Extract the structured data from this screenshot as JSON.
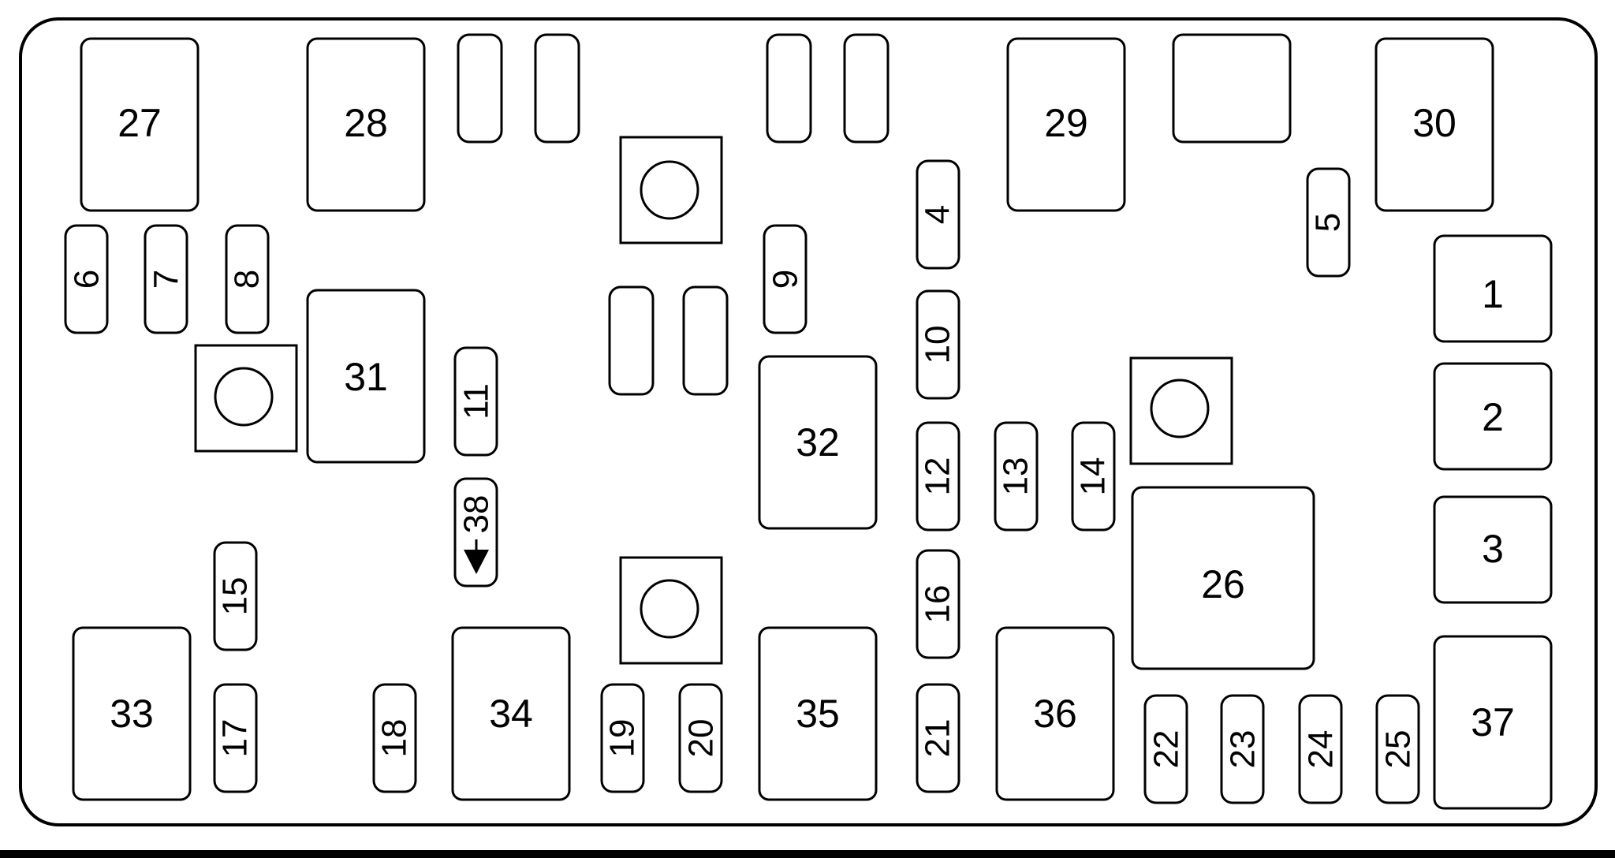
{
  "relays": [
    {
      "id": "27",
      "label": "27"
    },
    {
      "id": "28",
      "label": "28"
    },
    {
      "id": "29",
      "label": "29"
    },
    {
      "id": "30",
      "label": "30"
    },
    {
      "id": "31",
      "label": "31"
    },
    {
      "id": "32",
      "label": "32"
    },
    {
      "id": "26",
      "label": "26"
    },
    {
      "id": "33",
      "label": "33"
    },
    {
      "id": "34",
      "label": "34"
    },
    {
      "id": "35",
      "label": "35"
    },
    {
      "id": "36",
      "label": "36"
    },
    {
      "id": "37",
      "label": "37"
    },
    {
      "id": "1",
      "label": "1"
    },
    {
      "id": "2",
      "label": "2"
    },
    {
      "id": "3",
      "label": "3"
    },
    {
      "id": "unlabeled-top",
      "label": ""
    }
  ],
  "fuses": [
    {
      "id": "4",
      "label": "4"
    },
    {
      "id": "5",
      "label": "5"
    },
    {
      "id": "6",
      "label": "6"
    },
    {
      "id": "7",
      "label": "7"
    },
    {
      "id": "8",
      "label": "8"
    },
    {
      "id": "9",
      "label": "9"
    },
    {
      "id": "10",
      "label": "10"
    },
    {
      "id": "11",
      "label": "11"
    },
    {
      "id": "12",
      "label": "12"
    },
    {
      "id": "13",
      "label": "13"
    },
    {
      "id": "14",
      "label": "14"
    },
    {
      "id": "15",
      "label": "15"
    },
    {
      "id": "16",
      "label": "16"
    },
    {
      "id": "17",
      "label": "17"
    },
    {
      "id": "18",
      "label": "18"
    },
    {
      "id": "19",
      "label": "19"
    },
    {
      "id": "20",
      "label": "20"
    },
    {
      "id": "21",
      "label": "21"
    },
    {
      "id": "22",
      "label": "22"
    },
    {
      "id": "23",
      "label": "23"
    },
    {
      "id": "24",
      "label": "24"
    },
    {
      "id": "25",
      "label": "25"
    },
    {
      "id": "38",
      "label": "38"
    }
  ],
  "colors": {
    "stroke": "#000000",
    "background": "#ffffff"
  }
}
